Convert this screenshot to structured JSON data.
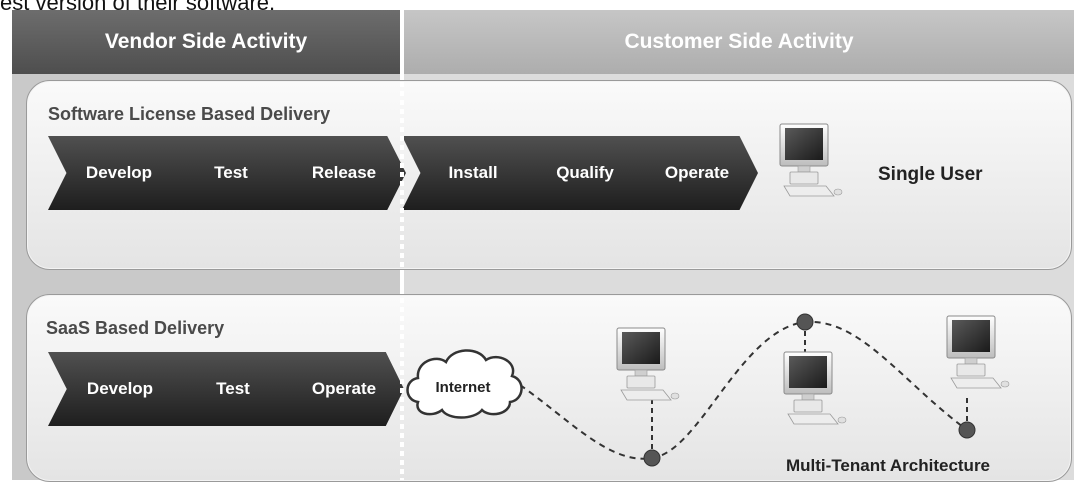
{
  "caption": "est version of their software.",
  "headers": {
    "vendor": "Vendor Side Activity",
    "customer": "Customer Side Activity"
  },
  "license": {
    "title": "Software License Based Delivery",
    "steps": [
      "Develop",
      "Test",
      "Release",
      "Install",
      "Qualify",
      "Operate"
    ],
    "endpoint": "Single User"
  },
  "saas": {
    "title": "SaaS Based Delivery",
    "steps": [
      "Develop",
      "Test",
      "Operate"
    ],
    "cloud": "Internet",
    "endpoint": "Multi-Tenant Architecture"
  }
}
